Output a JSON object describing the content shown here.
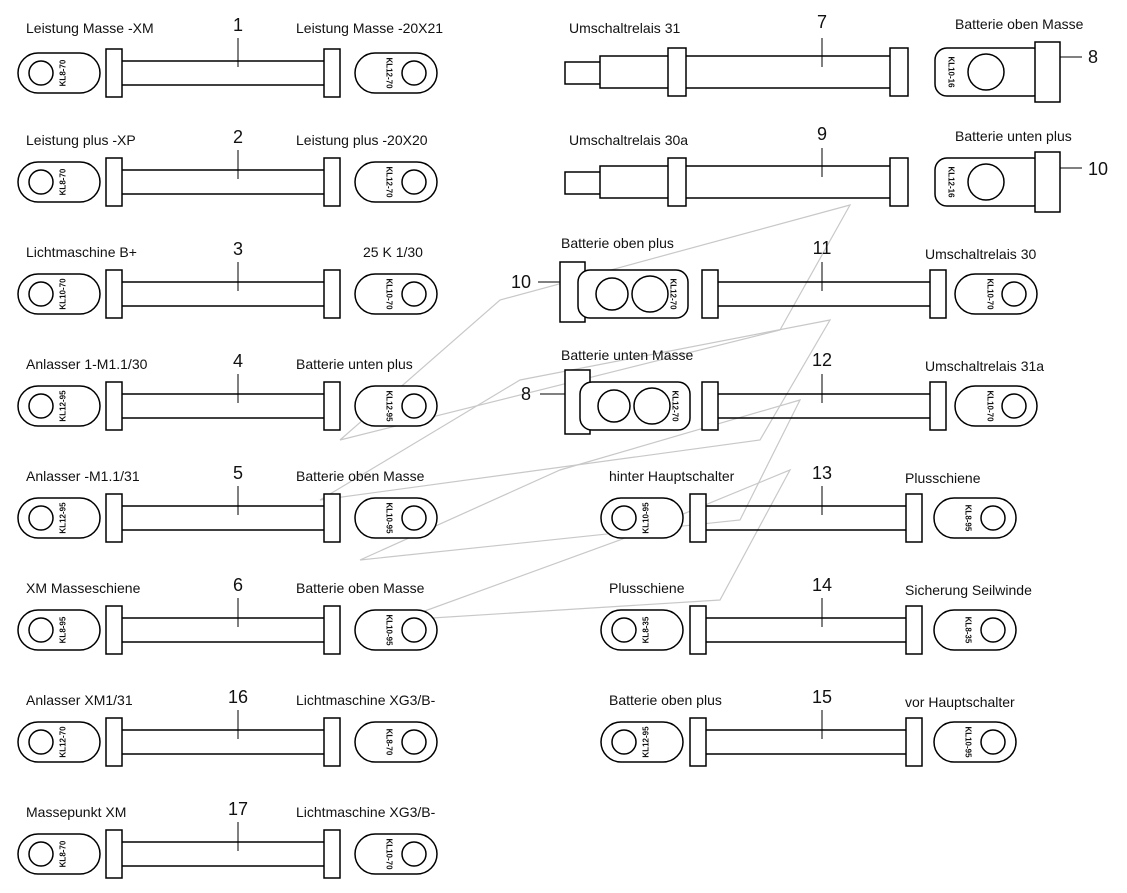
{
  "cables": [
    {
      "number": "1",
      "left_label": "Leistung Masse -XM",
      "right_label": "Leistung Masse -20X21",
      "left_code": "KL8-70",
      "right_code": "KL12-70"
    },
    {
      "number": "2",
      "left_label": "Leistung plus -XP",
      "right_label": "Leistung plus -20X20",
      "left_code": "KL8-70",
      "right_code": "KL12-70"
    },
    {
      "number": "3",
      "left_label": "Lichtmaschine B+",
      "right_label": "25 K 1/30",
      "left_code": "KL10-70",
      "right_code": "KL10-70"
    },
    {
      "number": "4",
      "left_label": "Anlasser 1-M1.1/30",
      "right_label": "Batterie unten plus",
      "left_code": "KL12-95",
      "right_code": "KL12-95"
    },
    {
      "number": "5",
      "left_label": "Anlasser -M1.1/31",
      "right_label": "Batterie oben Masse",
      "left_code": "KL12-95",
      "right_code": "KL10-95"
    },
    {
      "number": "6",
      "left_label": "XM Masseschiene",
      "right_label": "Batterie oben Masse",
      "left_code": "KL8-95",
      "right_code": "KL10-95"
    },
    {
      "number": "16",
      "left_label": "Anlasser XM1/31",
      "right_label": "Lichtmaschine XG3/B-",
      "left_code": "KL12-70",
      "right_code": "KL8-70"
    },
    {
      "number": "17",
      "left_label": "Massepunkt XM",
      "right_label": "Lichtmaschine XG3/B-",
      "left_code": "KL8-70",
      "right_code": "KL10-70"
    },
    {
      "number": "7",
      "left_label": "Umschaltrelais 31",
      "right_label": "Batterie oben Masse",
      "right_code": "KL10-16",
      "callout": "8"
    },
    {
      "number": "9",
      "left_label": "Umschaltrelais 30a",
      "right_label": "Batterie unten plus",
      "right_code": "KL12-16",
      "callout": "10"
    },
    {
      "number": "11",
      "left_label": "Batterie oben plus",
      "right_label": "Umschaltrelais 30",
      "left_code": "KL12-70",
      "right_code": "KL10-70",
      "callout": "10"
    },
    {
      "number": "12",
      "left_label": "Batterie unten Masse",
      "right_label": "Umschaltrelais 31a",
      "left_code": "KL12-70",
      "right_code": "KL10-70",
      "callout": "8"
    },
    {
      "number": "13",
      "left_label": "hinter Hauptschalter",
      "right_label": "Plusschiene",
      "left_code": "KL10-95",
      "right_code": "KL8-95"
    },
    {
      "number": "14",
      "left_label": "Plusschiene",
      "right_label": "Sicherung Seilwinde",
      "left_code": "KL8-35",
      "right_code": "KL8-35"
    },
    {
      "number": "15",
      "left_label": "Batterie oben plus",
      "right_label": "vor Hauptschalter",
      "left_code": "KL12-95",
      "right_code": "KL10-95"
    }
  ]
}
